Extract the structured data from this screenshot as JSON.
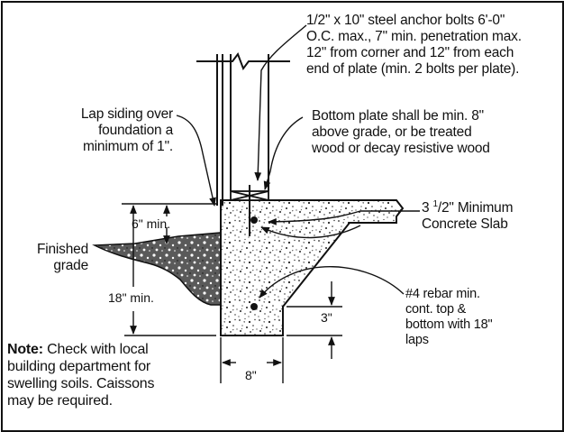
{
  "labels": {
    "anchor_bolts": {
      "line1_pre": "1/2",
      "line1_post": "\" x 10\" steel anchor bolts 6'-0\"",
      "line2": "O.C. max., 7\" min. penetration max.",
      "line3": "12\" from corner and 12\" from each",
      "line4": "end of plate (min. 2 bolts per plate)."
    },
    "lap_siding": {
      "line1": "Lap siding over",
      "line2": "foundation a",
      "line3": "minimum of 1\"."
    },
    "bottom_plate": {
      "line1": "Bottom plate shall be min. 8\"",
      "line2": "above grade, or be treated",
      "line3": "wood or decay resistive wood"
    },
    "slab": {
      "line1_pre": "3 ",
      "line1_sup": "1",
      "line1_post": "/2\" Minimum",
      "line2": "Concrete Slab"
    },
    "finished_grade": {
      "line1": "Finished",
      "line2": "grade"
    },
    "rebar": {
      "line1": "#4 rebar min.",
      "line2": "cont. top &",
      "line3": "bottom with 18\"",
      "line4": "laps"
    },
    "note": {
      "bold": "Note:",
      "line1_rest": " Check with local",
      "line2": "building department for",
      "line3": "swelling soils.  Caissons",
      "line4": "may be required."
    }
  },
  "dimensions": {
    "six_min": "6\" min.",
    "eighteen_min": "18\" min.",
    "three": "3\"",
    "eight": "8\""
  },
  "colors": {
    "ink": "#111111",
    "background": "#ffffff"
  }
}
